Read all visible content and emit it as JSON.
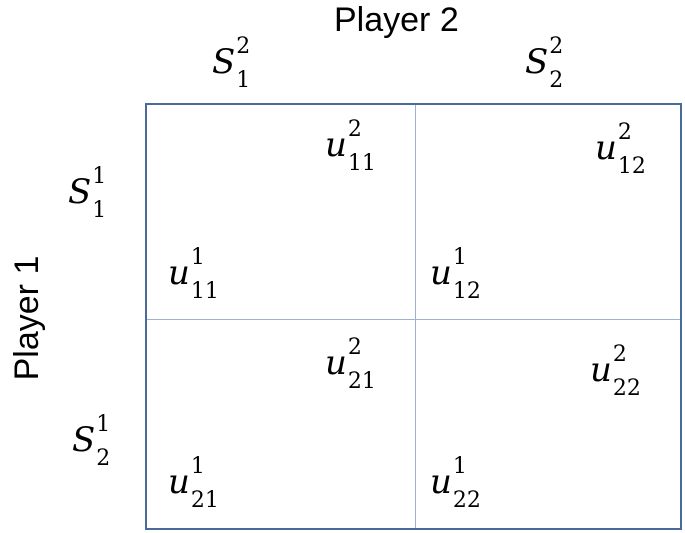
{
  "player2_label": "Player 2",
  "player1_label": "Player 1",
  "strategies": {
    "p2": [
      {
        "base": "S",
        "sup": "2",
        "sub": "1"
      },
      {
        "base": "S",
        "sup": "2",
        "sub": "2"
      }
    ],
    "p1": [
      {
        "base": "S",
        "sup": "1",
        "sub": "1"
      },
      {
        "base": "S",
        "sup": "1",
        "sub": "2"
      }
    ]
  },
  "payoffs": {
    "u2_11": {
      "base": "u",
      "sup": "2",
      "sub": "11"
    },
    "u1_11": {
      "base": "u",
      "sup": "1",
      "sub": "11"
    },
    "u2_12": {
      "base": "u",
      "sup": "2",
      "sub": "12"
    },
    "u1_12": {
      "base": "u",
      "sup": "1",
      "sub": "12"
    },
    "u2_21": {
      "base": "u",
      "sup": "2",
      "sub": "21"
    },
    "u1_21": {
      "base": "u",
      "sup": "1",
      "sub": "21"
    },
    "u2_22": {
      "base": "u",
      "sup": "2",
      "sub": "22"
    },
    "u1_22": {
      "base": "u",
      "sup": "1",
      "sub": "22"
    }
  },
  "colors": {
    "border": "#4a6a9a",
    "divider": "#9bb3d3"
  }
}
